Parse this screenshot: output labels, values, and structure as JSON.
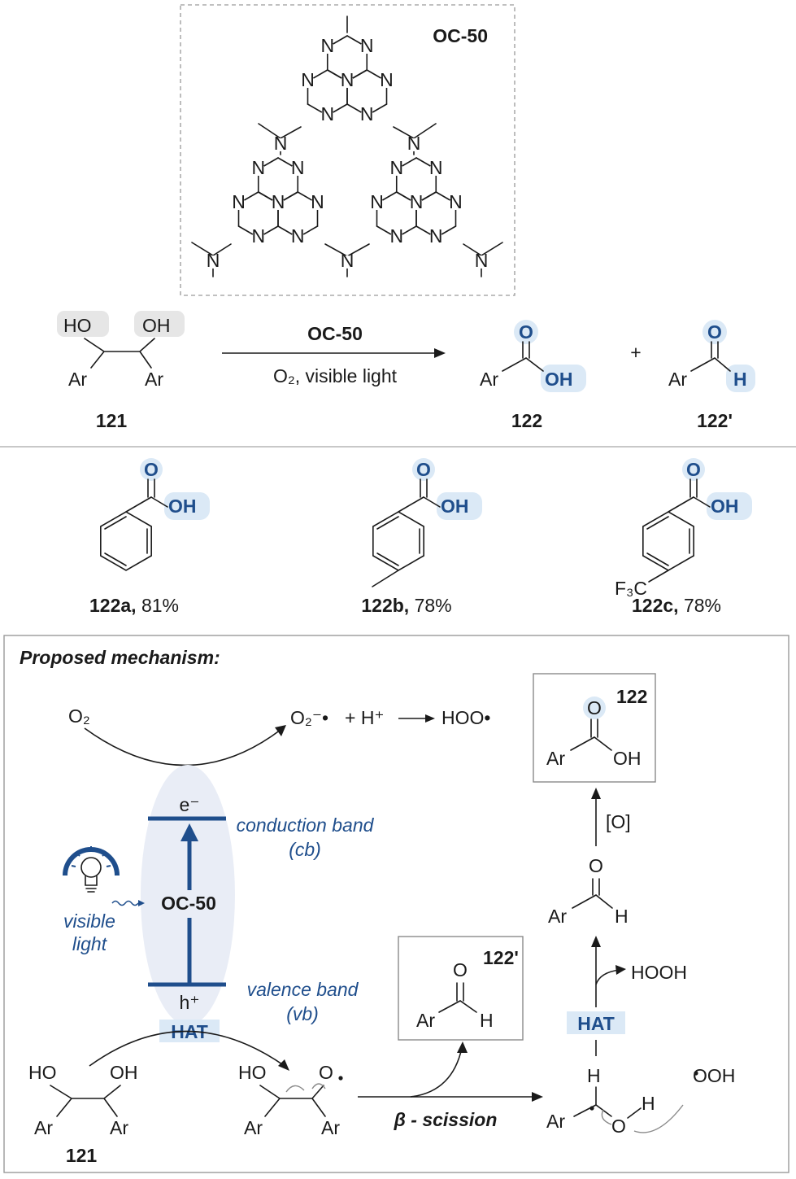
{
  "catalyst": {
    "name": "OC-50",
    "atom_label": "N"
  },
  "reaction": {
    "reactant": {
      "label": "121",
      "ho": "HO",
      "oh": "OH",
      "ar": "Ar"
    },
    "reagent": "OC-50",
    "conditions": "O₂, visible light",
    "plus": "+",
    "acid": {
      "label": "122",
      "o": "O",
      "oh": "OH",
      "ar": "Ar"
    },
    "aldehyde": {
      "label": "122'",
      "o": "O",
      "h": "H",
      "ar": "Ar"
    }
  },
  "products": [
    {
      "id": "122a,",
      "yield": " 81%",
      "o": "O",
      "oh": "OH"
    },
    {
      "id": "122b,",
      "yield": " 78%",
      "o": "O",
      "oh": "OH"
    },
    {
      "id": "122c,",
      "yield": " 78%",
      "o": "O",
      "oh": "OH",
      "substituent": "F₃C"
    }
  ],
  "mechanism": {
    "title": "Proposed mechanism:",
    "o2": "O₂",
    "superoxide": "O₂⁻•",
    "plus_h": "+ H⁺",
    "hoo": "HOO•",
    "electron": "e⁻",
    "hole": "h⁺",
    "catalyst": "OC-50",
    "conduction_band": [
      "conduction band",
      "(cb)"
    ],
    "valence_band": [
      "valence band",
      "(vb)"
    ],
    "visible_light": [
      "visible",
      "light"
    ],
    "hat": "HAT",
    "oxidation": "[O]",
    "hooh": "HOOH",
    "ooh": "OOH",
    "beta_scission": "β - scission",
    "product_122": "122",
    "product_122p": "122'",
    "reactant_label": "121",
    "ar": "Ar",
    "ho": "HO",
    "oh": "OH",
    "o": "O",
    "h": "H",
    "colors": {
      "accent": "#1f4e8c",
      "highlight": "#dbe9f6",
      "hydroxyl_bg": "#e6e6e6"
    }
  }
}
